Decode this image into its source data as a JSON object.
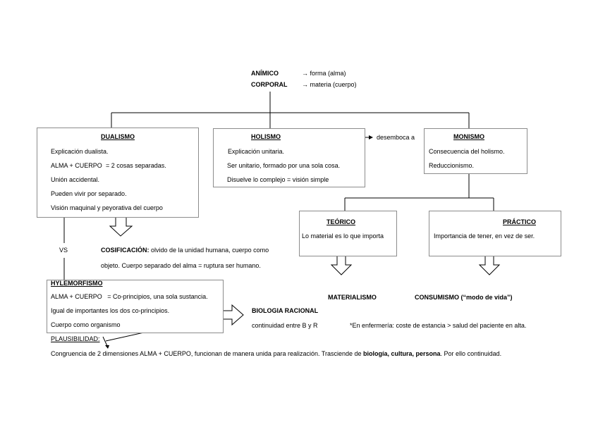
{
  "header": {
    "animico": {
      "term": "ANÍMICO",
      "desc": "→ forma (alma)"
    },
    "corporal": {
      "term": "CORPORAL",
      "desc": "→ materia (cuerpo)"
    }
  },
  "dualismo": {
    "title": "DUALISMO",
    "lines": [
      "Explicación dualista.",
      "ALMA + CUERPO",
      "= 2 cosas separadas.",
      "Unión accidental.",
      "Pueden vivir por separado.",
      "Visión maquinal y peyorativa del cuerpo"
    ]
  },
  "holismo": {
    "title": "HOLISMO",
    "lines": [
      "Explicación unitaria.",
      "Ser unitario, formado por una sola cosa.",
      "Disuelve lo complejo = visión simple"
    ]
  },
  "desemboca": "desemboca a",
  "monismo": {
    "title": "MONISMO",
    "lines": [
      "Consecuencia del holismo.",
      "Reduccionismo."
    ]
  },
  "teorico": {
    "title": "TEÓRICO",
    "text": "Lo material es lo que importa"
  },
  "practico": {
    "title": "PRÁCTICO",
    "text": "Importancia de tener, en vez de ser."
  },
  "vs": "VS",
  "cosificacion": {
    "label": "COSIFICACIÓN:",
    "text1": "olvido de la unidad humana, cuerpo como",
    "text2": "objeto. Cuerpo separado del alma = ruptura ser humano."
  },
  "hylemorfismo": {
    "title": "HYLEMORFISMO",
    "lines": [
      "ALMA + CUERPO   = Co-principios, una sola sustancia.",
      "Igual de importantes los dos co-principios.",
      "Cuerpo como organismo"
    ]
  },
  "materialismo": "MATERIALISMO",
  "consumismo": "CONSUMISMO (“modo de vida”)",
  "biologia": {
    "title": "BIOLOGIA RACIONAL",
    "text": "continuidad entre B y R"
  },
  "enfermeria": "*En enfermería: coste de estancia > salud del paciente en alta.",
  "plausibilidad": {
    "label": "PLAUSIBILIDAD:",
    "text_a": "Congruencia de 2 dimensiones ALMA + CUERPO, funcionan de manera unida para realización. Trasciende de ",
    "text_bold": "biología, cultura, persona",
    "text_c": ". Por ello continuidad."
  }
}
